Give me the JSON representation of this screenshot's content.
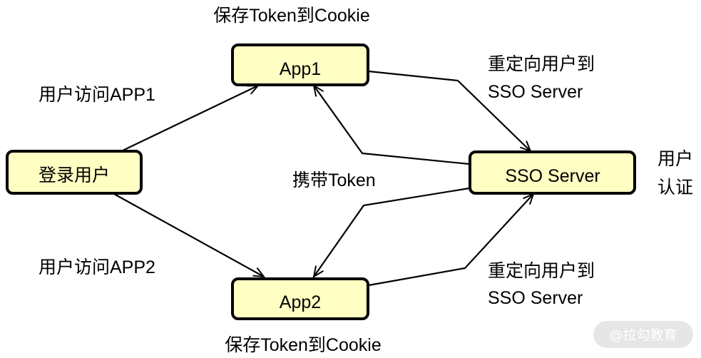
{
  "nodes": {
    "login_user": "登录用户",
    "app1": "App1",
    "app2": "App2",
    "sso_server": "SSO Server"
  },
  "labels": {
    "save_token_app1": "保存Token到Cookie",
    "save_token_app2": "保存Token到Cookie",
    "user_visit_app1": "用户访问APP1",
    "user_visit_app2": "用户访问APP2",
    "redirect_app1_line1": "重定向用户到",
    "redirect_app1_line2": "SSO Server",
    "redirect_app2_line1": "重定向用户到",
    "redirect_app2_line2": "SSO Server",
    "carry_token": "携带Token",
    "user_auth_line1": "用户",
    "user_auth_line2": "认证"
  },
  "watermark": {
    "text": "@拉勾教育"
  },
  "colors": {
    "node_fill": "#ffffc4",
    "node_stroke": "#000000",
    "watermark_bg": "#e6e6e6"
  }
}
